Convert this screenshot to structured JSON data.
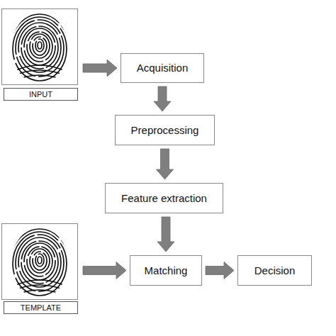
{
  "diagram": {
    "nodes": [
      {
        "text": [
          "INPUT"
        ]
      },
      {
        "text": [
          "Acquisition"
        ]
      },
      {
        "text": [
          "Preprocessing"
        ]
      },
      {
        "text": [
          "Feature extraction"
        ]
      },
      {
        "text": [
          "TEMPLATE"
        ]
      },
      {
        "text": [
          "Matching"
        ]
      },
      {
        "text": [
          "Decision"
        ]
      }
    ],
    "edges": [
      {
        "from": 0,
        "to": 1,
        "arrow": "to"
      },
      {
        "from": 1,
        "to": 2,
        "arrow": "to"
      },
      {
        "from": 2,
        "to": 3,
        "arrow": "to"
      },
      {
        "from": 3,
        "to": 5,
        "arrow": "to"
      },
      {
        "from": 4,
        "to": 5,
        "arrow": "to"
      },
      {
        "from": 5,
        "to": 6,
        "arrow": "to"
      }
    ]
  }
}
